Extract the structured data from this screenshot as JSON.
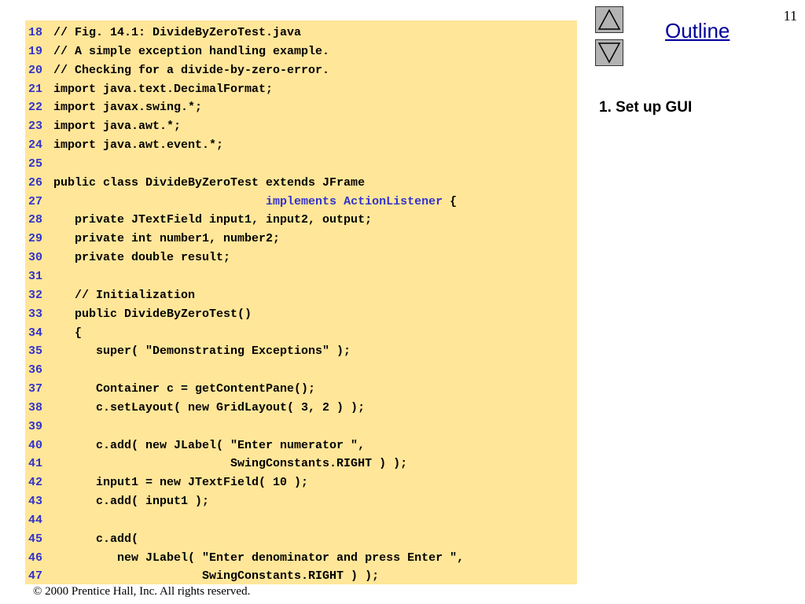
{
  "slide": {
    "number": "11",
    "outline_title": "Outline",
    "outline_item": "1. Set up GUI",
    "footer": "© 2000 Prentice Hall, Inc.  All rights reserved."
  },
  "nav": {
    "up_icon": "triangle-up-icon",
    "down_icon": "triangle-down-icon",
    "button_color": "#b3b3b3"
  },
  "colors": {
    "code_background": "#ffe699",
    "line_number": "#3333cc",
    "keyword": "#3333cc",
    "outline_title": "#000099"
  },
  "code": [
    {
      "num": "18",
      "text": "// Fig. 14.1: DivideByZeroTest.java",
      "kw": ""
    },
    {
      "num": "19",
      "text": "// A simple exception handling example.",
      "kw": ""
    },
    {
      "num": "20",
      "text": "// Checking for a divide-by-zero-error.",
      "kw": ""
    },
    {
      "num": "21",
      "text": "import java.text.DecimalFormat;",
      "kw": ""
    },
    {
      "num": "22",
      "text": "import javax.swing.*;",
      "kw": ""
    },
    {
      "num": "23",
      "text": "import java.awt.*;",
      "kw": ""
    },
    {
      "num": "24",
      "text": "import java.awt.event.*;",
      "kw": ""
    },
    {
      "num": "25",
      "text": "",
      "kw": ""
    },
    {
      "num": "26",
      "text": "public class DivideByZeroTest extends JFrame",
      "kw": ""
    },
    {
      "num": "27",
      "text": "                              ",
      "kw": "implements ActionListener",
      "after": " {"
    },
    {
      "num": "28",
      "text": "   private JTextField input1, input2, output;",
      "kw": ""
    },
    {
      "num": "29",
      "text": "   private int number1, number2;",
      "kw": ""
    },
    {
      "num": "30",
      "text": "   private double result;",
      "kw": ""
    },
    {
      "num": "31",
      "text": "",
      "kw": ""
    },
    {
      "num": "32",
      "text": "   // Initialization",
      "kw": ""
    },
    {
      "num": "33",
      "text": "   public DivideByZeroTest()",
      "kw": ""
    },
    {
      "num": "34",
      "text": "   {",
      "kw": ""
    },
    {
      "num": "35",
      "text": "      super( \"Demonstrating Exceptions\" );",
      "kw": ""
    },
    {
      "num": "36",
      "text": "",
      "kw": ""
    },
    {
      "num": "37",
      "text": "      Container c = getContentPane();",
      "kw": ""
    },
    {
      "num": "38",
      "text": "      c.setLayout( new GridLayout( 3, 2 ) );",
      "kw": ""
    },
    {
      "num": "39",
      "text": "",
      "kw": ""
    },
    {
      "num": "40",
      "text": "      c.add( new JLabel( \"Enter numerator \",",
      "kw": ""
    },
    {
      "num": "41",
      "text": "                         SwingConstants.RIGHT ) );",
      "kw": ""
    },
    {
      "num": "42",
      "text": "      input1 = new JTextField( 10 );",
      "kw": ""
    },
    {
      "num": "43",
      "text": "      c.add( input1 );",
      "kw": ""
    },
    {
      "num": "44",
      "text": "",
      "kw": ""
    },
    {
      "num": "45",
      "text": "      c.add(",
      "kw": ""
    },
    {
      "num": "46",
      "text": "         new JLabel( \"Enter denominator and press Enter \",",
      "kw": ""
    },
    {
      "num": "47",
      "text": "                     SwingConstants.RIGHT ) );",
      "kw": ""
    }
  ]
}
